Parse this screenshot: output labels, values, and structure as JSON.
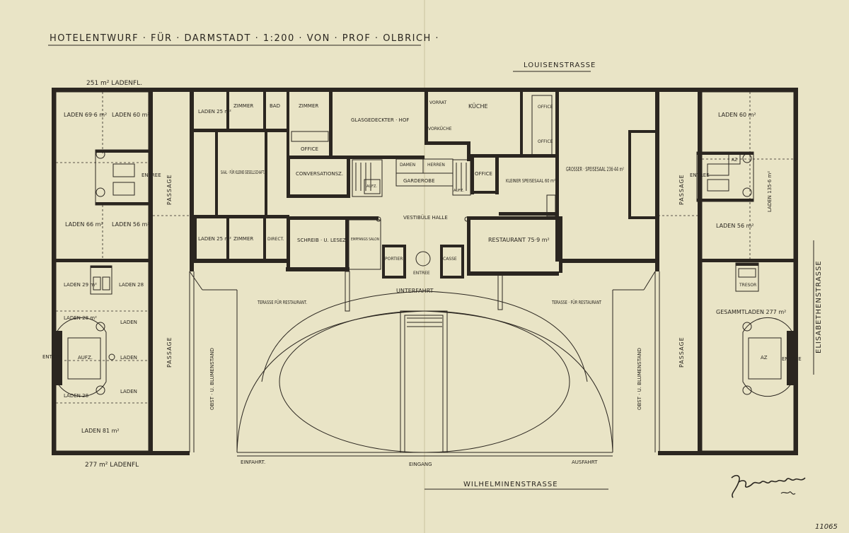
{
  "title": "HOTELENTWURF · FÜR · DARMSTADT · 1:200 · VON · PROF · OLBRICH ·",
  "streets": {
    "north": "LOUISENSTRASSE",
    "south": "WILHELMINENSTRASSE",
    "east": "ELISABETHENSTRASSE"
  },
  "area_notes": {
    "top_left": "251 m² LADENFL.",
    "bottom_left": "277 m² LADENFL"
  },
  "west_block": {
    "laden_1": "LADEN 69·6 m²",
    "laden_2": "LADEN 60 m²",
    "laden_3": "LADEN 66 m²",
    "laden_4": "LADEN 56 m²",
    "entree": "ENTREE",
    "laden_5": "LADEN 29 m²",
    "laden_6": "LADEN 28",
    "laden_7": "LADEN 28 m²",
    "laden_8": "LADEN",
    "laden_9": "LADEN",
    "laden_10": "LADEN",
    "laden_11": "LADEN 28",
    "laden_12": "LADEN 81 m²",
    "entree_2": "ENTREE",
    "aufz": "AUFZ."
  },
  "passages": {
    "left_upper": "PASSAGE",
    "left_lower": "PASSAGE",
    "right_upper": "PASSAGE",
    "right_lower": "PASSAGE"
  },
  "center": {
    "laden_top": "LADEN 25 m²",
    "zimmer_1": "ZIMMER",
    "bad": "BAD",
    "zimmer_2": "ZIMMER",
    "office_1": "OFFICE",
    "glas_hof": "GLASGEDECKTER · HOF",
    "vorrat": "VORRAT",
    "vorkueche": "VORKÜCHE",
    "kueche": "KÜCHE",
    "office_2": "OFFICE",
    "office_3": "OFFICE",
    "saal": "SAAL · FÜR KLEINE GESELLSCHAFT.",
    "conversation": "CONVERSATIONSZ.",
    "aufz_1": "AUFZ.",
    "damen": "DAMEN",
    "herren": "HERREN",
    "garderobe": "GARDEROBE",
    "aufz_2": "AUFZ.",
    "office_4": "OFFICE",
    "kleiner_speisesaal": "KLEINER SPEISESAAL 60 m²",
    "grosser_speisesaal": "GROSSER · SPEISESAAL 236·44 m²",
    "vestibuele": "VESTIBÜLE HALLE",
    "laden_bottom": "LADEN 25 m²",
    "zimmer_3": "ZIMMER",
    "direct": "DIRECT.",
    "schreib": "SCHREIB · U. LESEZ.",
    "empfang": "EMPFANGS SALON",
    "portier": "PORTIER",
    "entree": "ENTREE",
    "casse": "CASSE",
    "restaurant": "RESTAURANT 75·9 m²",
    "unterfahrt": "UNTERFAHRT",
    "terasse_left": "TERASSE FÜR RESTAURANT.",
    "terasse_right": "TERASSE · FÜR RESTAURANT",
    "obst_left": "OBST · U. BLUMENSTAND",
    "obst_right": "OBST · U. BLUMENSTAND",
    "einfahrt": "EINFAHRT.",
    "eingang": "EINGANG",
    "ausfahrt": "AUSFAHRT"
  },
  "east_block": {
    "laden_1": "LADEN 60 m²",
    "entree": "ENTREE",
    "az": "AZ",
    "laden_side": "LADEN 135·6 m²",
    "laden_2": "LADEN 56 m²",
    "tresor": "TRESOR",
    "gesammtladen": "GESAMMTLADEN 277 m²",
    "az_2": "AZ",
    "entree_2": "ENTREE"
  },
  "signature": "Jos. Olbrich 1905",
  "inventory_number": "11065"
}
